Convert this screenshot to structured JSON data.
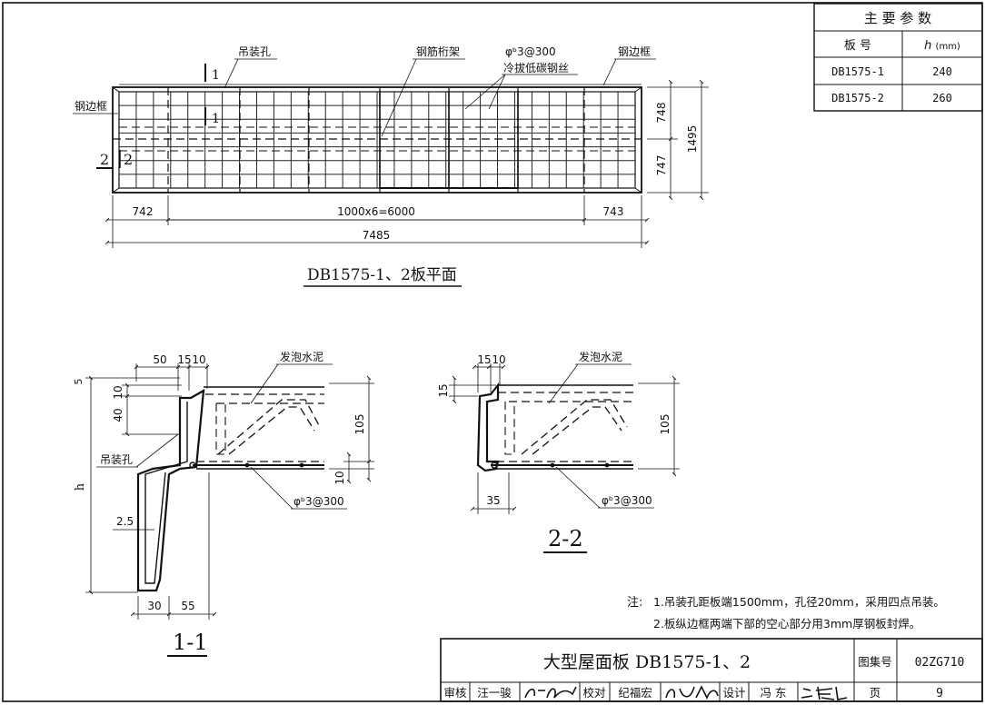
{
  "params_table": {
    "title": "主 要 参 数",
    "col_board": "板  号",
    "col_h_symbol": "h",
    "col_h_unit": "(mm)",
    "rows": [
      {
        "board": "DB1575-1",
        "h": "240"
      },
      {
        "board": "DB1575-2",
        "h": "260"
      }
    ]
  },
  "plan": {
    "caption": "DB1575-1、2板平面",
    "callouts": {
      "lifting_hole": "吊装孔",
      "truss": "钢筋桁架",
      "rebar_spec": "φᵇ3@300",
      "rebar_material": "冷拔低碳钢丝",
      "edge_frame_right": "钢边框",
      "edge_frame_left": "钢边框"
    },
    "section_marks": {
      "s1": "1",
      "s2": "2"
    },
    "dims": {
      "left": "742",
      "middle": "1000x6=6000",
      "right": "743",
      "total": "7485",
      "upper_half": "748",
      "lower_half": "747",
      "width_total": "1495"
    }
  },
  "section_1": {
    "title": "1-1",
    "foam_label": "发泡水泥",
    "hole_label": "吊装孔",
    "rebar_label": "φᵇ3@300",
    "dims": {
      "d50": "50",
      "d15": "15",
      "d10": "10",
      "v5": "5",
      "v10": "10",
      "v40": "40",
      "v105": "105",
      "v10b": "10",
      "h": "h",
      "d25": "2.5",
      "d30": "30",
      "d55": "55"
    }
  },
  "section_2": {
    "title": "2-2",
    "foam_label": "发泡水泥",
    "rebar_label": "φᵇ3@300",
    "dims": {
      "d15": "15",
      "d10": "10",
      "v15": "15",
      "v105": "105",
      "d35": "35"
    }
  },
  "notes": {
    "lead": "注:",
    "line1": "1.吊装孔距板端1500mm，孔径20mm，采用四点吊装。",
    "line2": "2.板纵边框两端下部的空心部分用3mm厚钢板封焊。"
  },
  "title_block": {
    "drawing_title": "大型屋面板 DB1575-1、2",
    "atlas_label": "图集号",
    "atlas_no": "02ZG710",
    "review_label": "审核",
    "reviewer": "汪一骏",
    "check_label": "校对",
    "checker": "纪福宏",
    "design_label": "设计",
    "designer": "冯 东",
    "page_label": "页",
    "page_no": "9"
  }
}
